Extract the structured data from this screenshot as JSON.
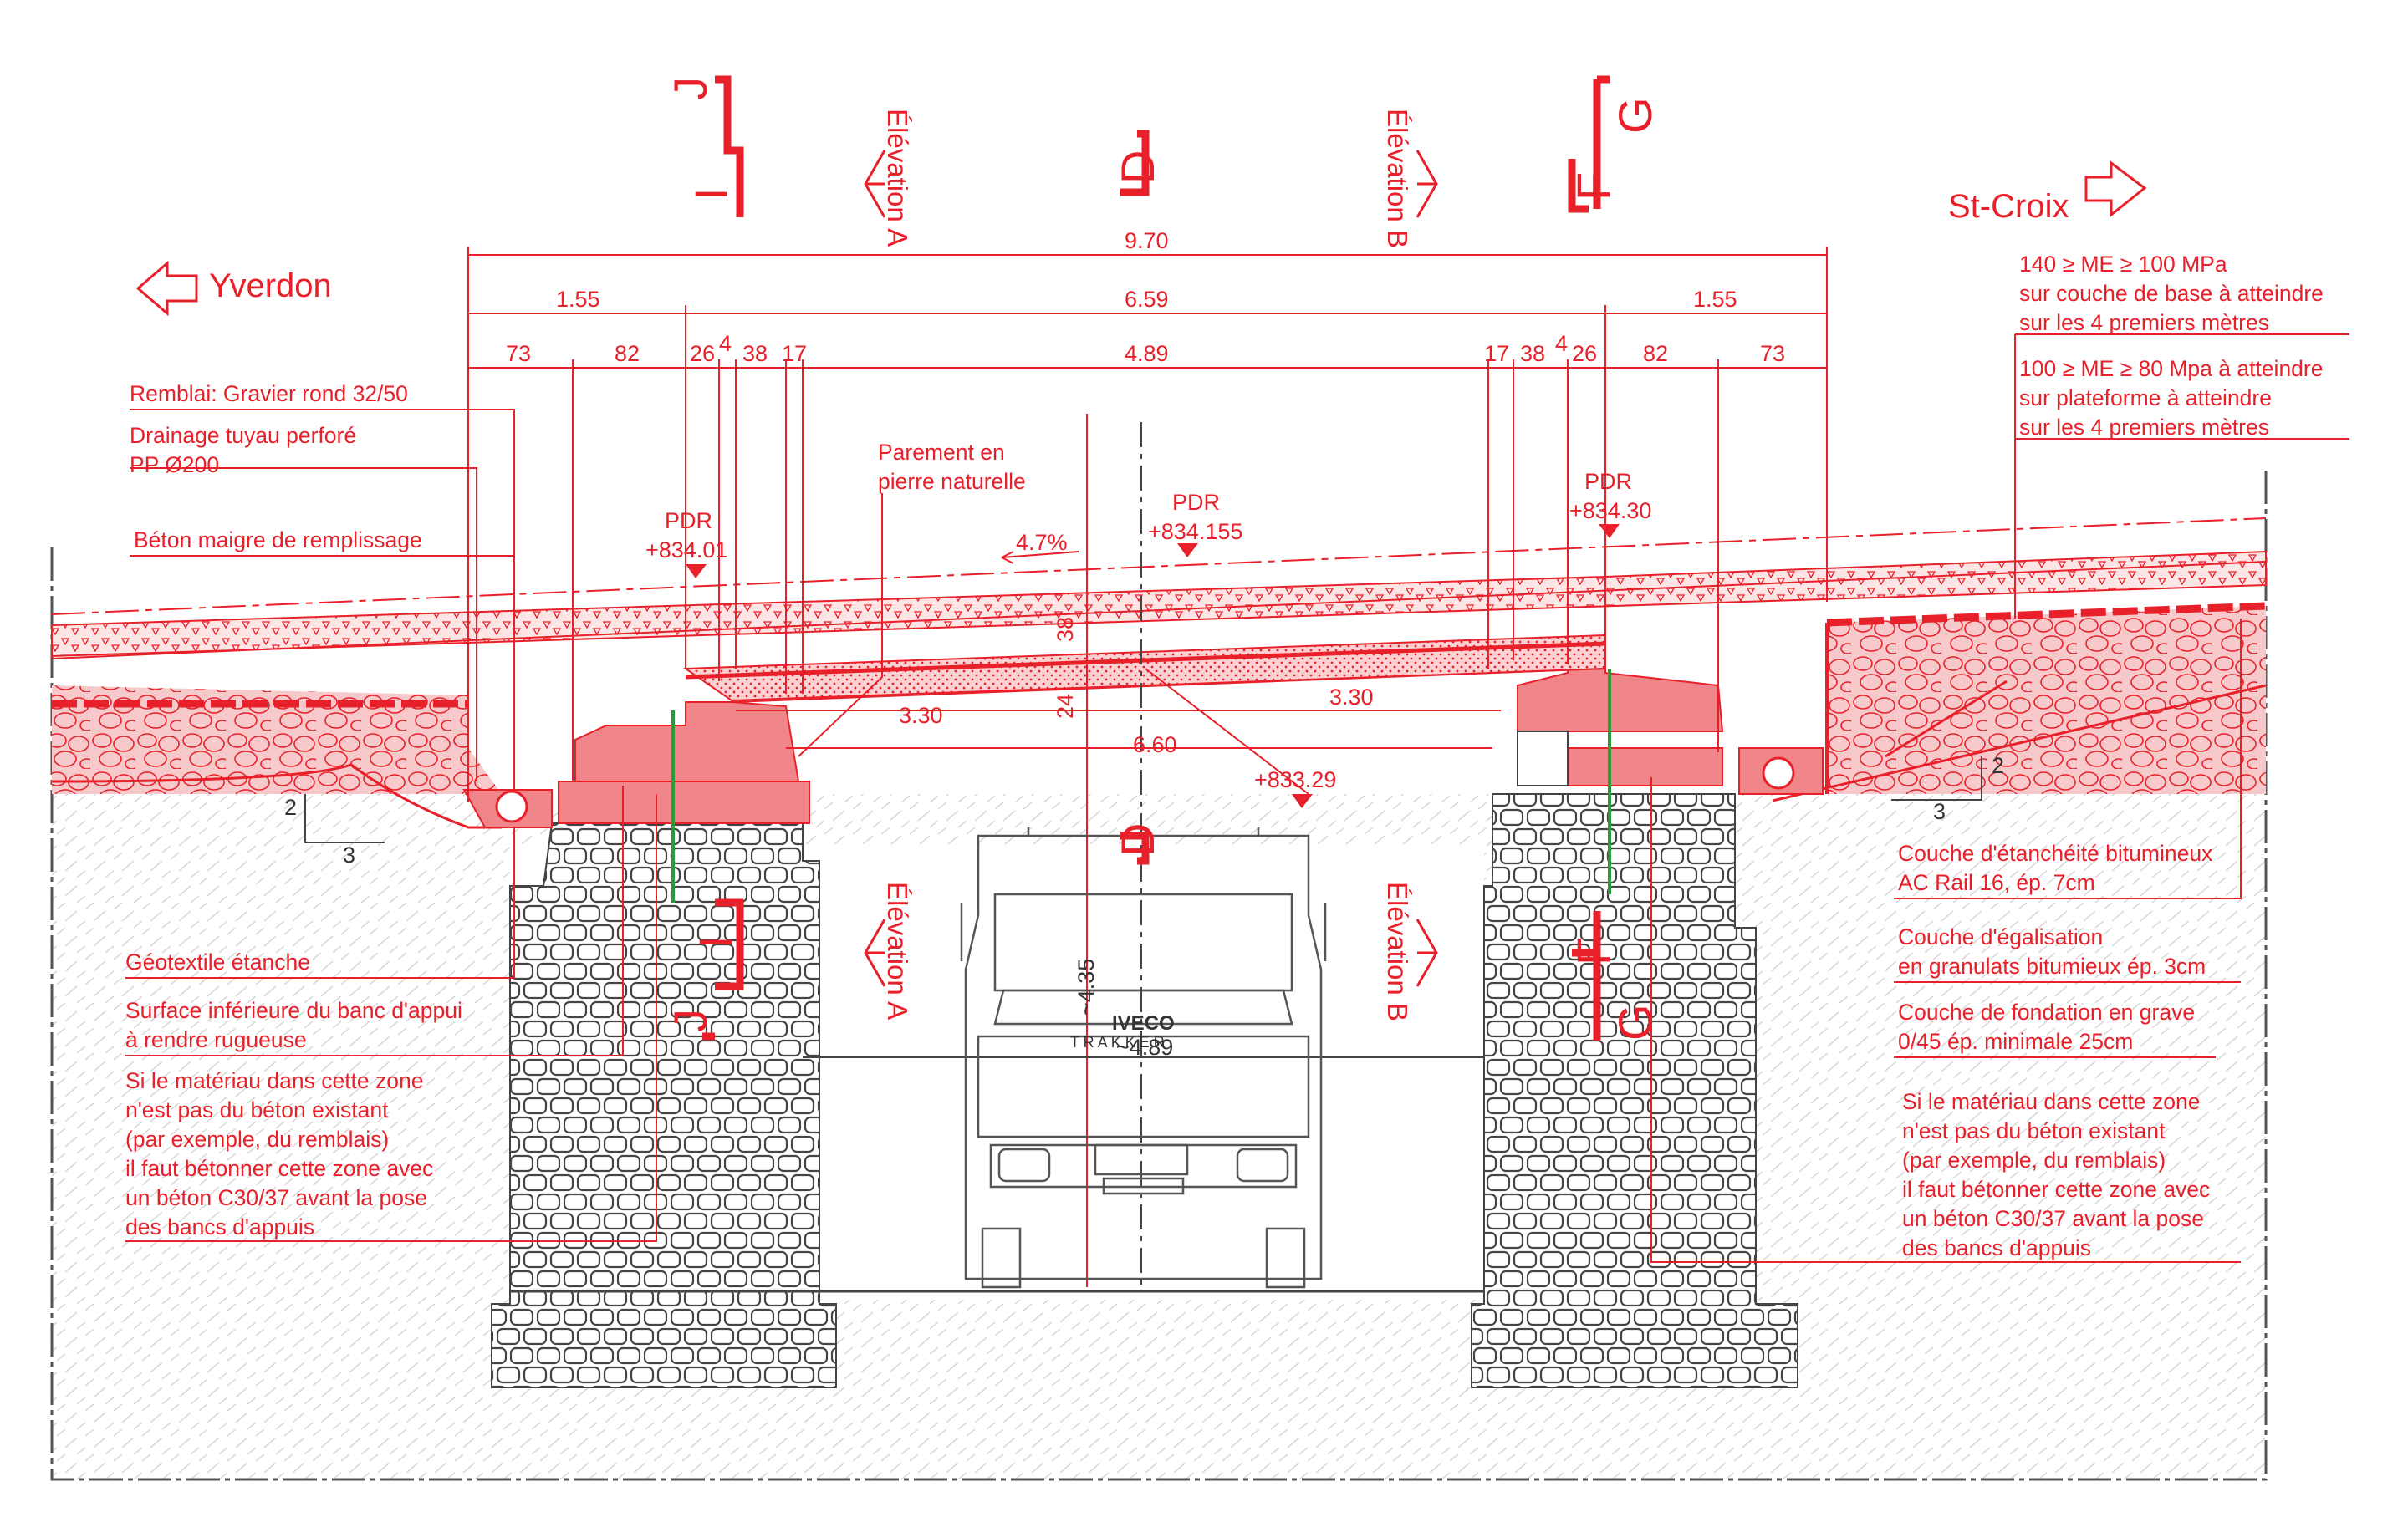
{
  "directions": {
    "left": "Yverdon",
    "right": "St-Croix"
  },
  "sections": {
    "j": "J",
    "i": "I",
    "d": "D",
    "f": "F",
    "g": "G"
  },
  "elevations": {
    "a": "Élévation A",
    "b": "Élévation B"
  },
  "dims": {
    "total": "9.70",
    "side": "1.55",
    "span": "6.59",
    "d73": "73",
    "d82": "82",
    "d26": "26",
    "d4": "4",
    "d38": "38",
    "d17": "17",
    "inner": "4.89",
    "half": "3.30",
    "clear": "6.60",
    "deck": "38",
    "gap": "24",
    "height": "~4.35",
    "width": "~4.89"
  },
  "pdr": {
    "label": "PDR",
    "left": "+834.01",
    "mid": "+834.155",
    "right": "+834.30",
    "under": "+833.29"
  },
  "slope": {
    "pct": "4.7%",
    "v": "2",
    "h": "3"
  },
  "notes_left": {
    "remblai": "Remblai: Gravier rond  32/50",
    "drain1": "Drainage tuyau perforé",
    "drain2": "PP Ø200",
    "beton": "Béton maigre de remplissage",
    "parement1": "Parement en",
    "parement2": "pierre naturelle",
    "geotex": "Géotextile étanche",
    "surf1": "Surface inférieure du banc d'appui",
    "surf2": "à rendre rugueuse",
    "si": [
      "Si le matériau dans cette zone",
      "n'est pas du béton existant",
      "(par exemple, du remblais)",
      "il faut bétonner cette zone avec",
      "un béton C30/37 avant la pose",
      "des bancs d'appuis"
    ]
  },
  "notes_right": {
    "me1": [
      "140 ≥ ME ≥ 100 MPa",
      "sur couche de base à atteindre",
      "sur les 4 premiers mètres"
    ],
    "me2": [
      "100 ≥ ME ≥ 80 Mpa à atteindre",
      "sur plateforme à atteindre",
      "sur les 4 premiers mètres"
    ],
    "etanch": [
      "Couche d'étanchéité bitumineux",
      "AC Rail 16, ép. 7cm"
    ],
    "egal": [
      "Couche d'égalisation",
      "en granulats bitumieux ép. 3cm"
    ],
    "fond": [
      "Couche de fondation en grave",
      "0/45 ép. minimale 25cm"
    ],
    "si": [
      "Si le matériau dans cette zone",
      "n'est pas du béton existant",
      "(par exemple, du remblais)",
      "il faut bétonner cette zone avec",
      "un béton C30/37 avant la pose",
      "des bancs d'appuis"
    ]
  },
  "truck": {
    "brand": "IVECO",
    "model": "T R A K K E R"
  },
  "colors": {
    "accent": "#e8202a",
    "fill": "#f0868a",
    "line": "#444444"
  }
}
